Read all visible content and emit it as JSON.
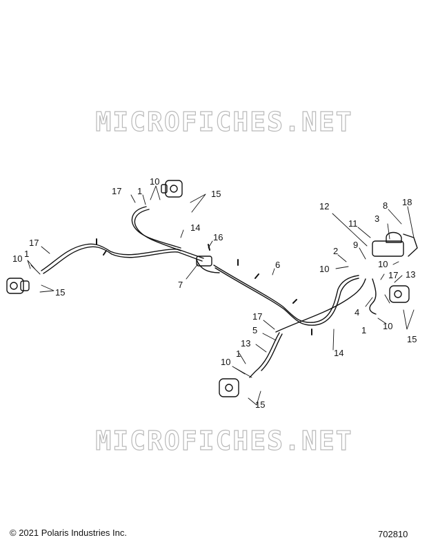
{
  "watermark_text": "MICROFICHES.NET",
  "footer": {
    "copyright": "© 2021 Polaris Industries Inc.",
    "figure_number": "702810"
  },
  "callouts": {
    "c1": "1",
    "c2": "2",
    "c3": "3",
    "c4": "4",
    "c5": "5",
    "c6": "6",
    "c7": "7",
    "c8": "8",
    "c9": "9",
    "c10": "10",
    "c11": "11",
    "c12": "12",
    "c13": "13",
    "c14": "14",
    "c15": "15",
    "c16": "16",
    "c17": "17",
    "c18": "18"
  },
  "colors": {
    "line": "#111111",
    "watermark_outline": "#b9b9b9"
  }
}
